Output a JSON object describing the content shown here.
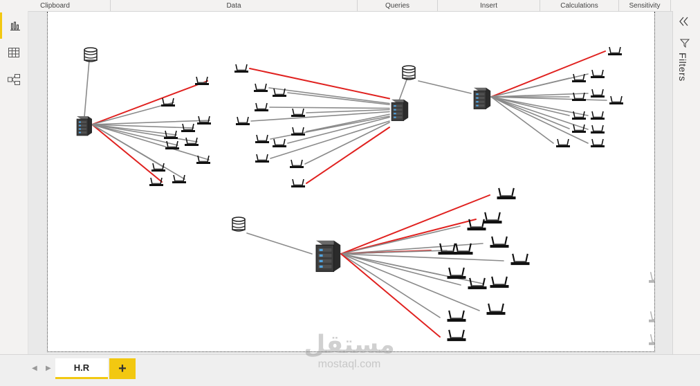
{
  "ribbon": {
    "groups": [
      "Clipboard",
      "Data",
      "Queries",
      "Insert",
      "Calculations",
      "Sensitivity"
    ]
  },
  "leftnav": {
    "items": [
      {
        "name": "report-view",
        "icon": "bar-chart-icon",
        "active": true
      },
      {
        "name": "data-view",
        "icon": "table-grid-icon",
        "active": false
      },
      {
        "name": "model-view",
        "icon": "model-diagram-icon",
        "active": false
      }
    ]
  },
  "filters": {
    "collapse_icon": "double-chevron-left-icon",
    "filter_icon": "funnel-icon",
    "label": "Filters"
  },
  "tabs": {
    "pages": [
      {
        "label": "H.R",
        "active": true
      }
    ],
    "add_label": "+",
    "prev_icon": "triangle-left-icon",
    "next_icon": "triangle-right-icon"
  },
  "watermark": {
    "arabic": "مستقل",
    "latin": "mostaql.com"
  },
  "diagram": {
    "type": "network-topology",
    "node_types": [
      "database",
      "server",
      "workstation"
    ],
    "link_colors": {
      "normal": "#8a8a8a",
      "highlight": "#e0211f"
    }
  }
}
